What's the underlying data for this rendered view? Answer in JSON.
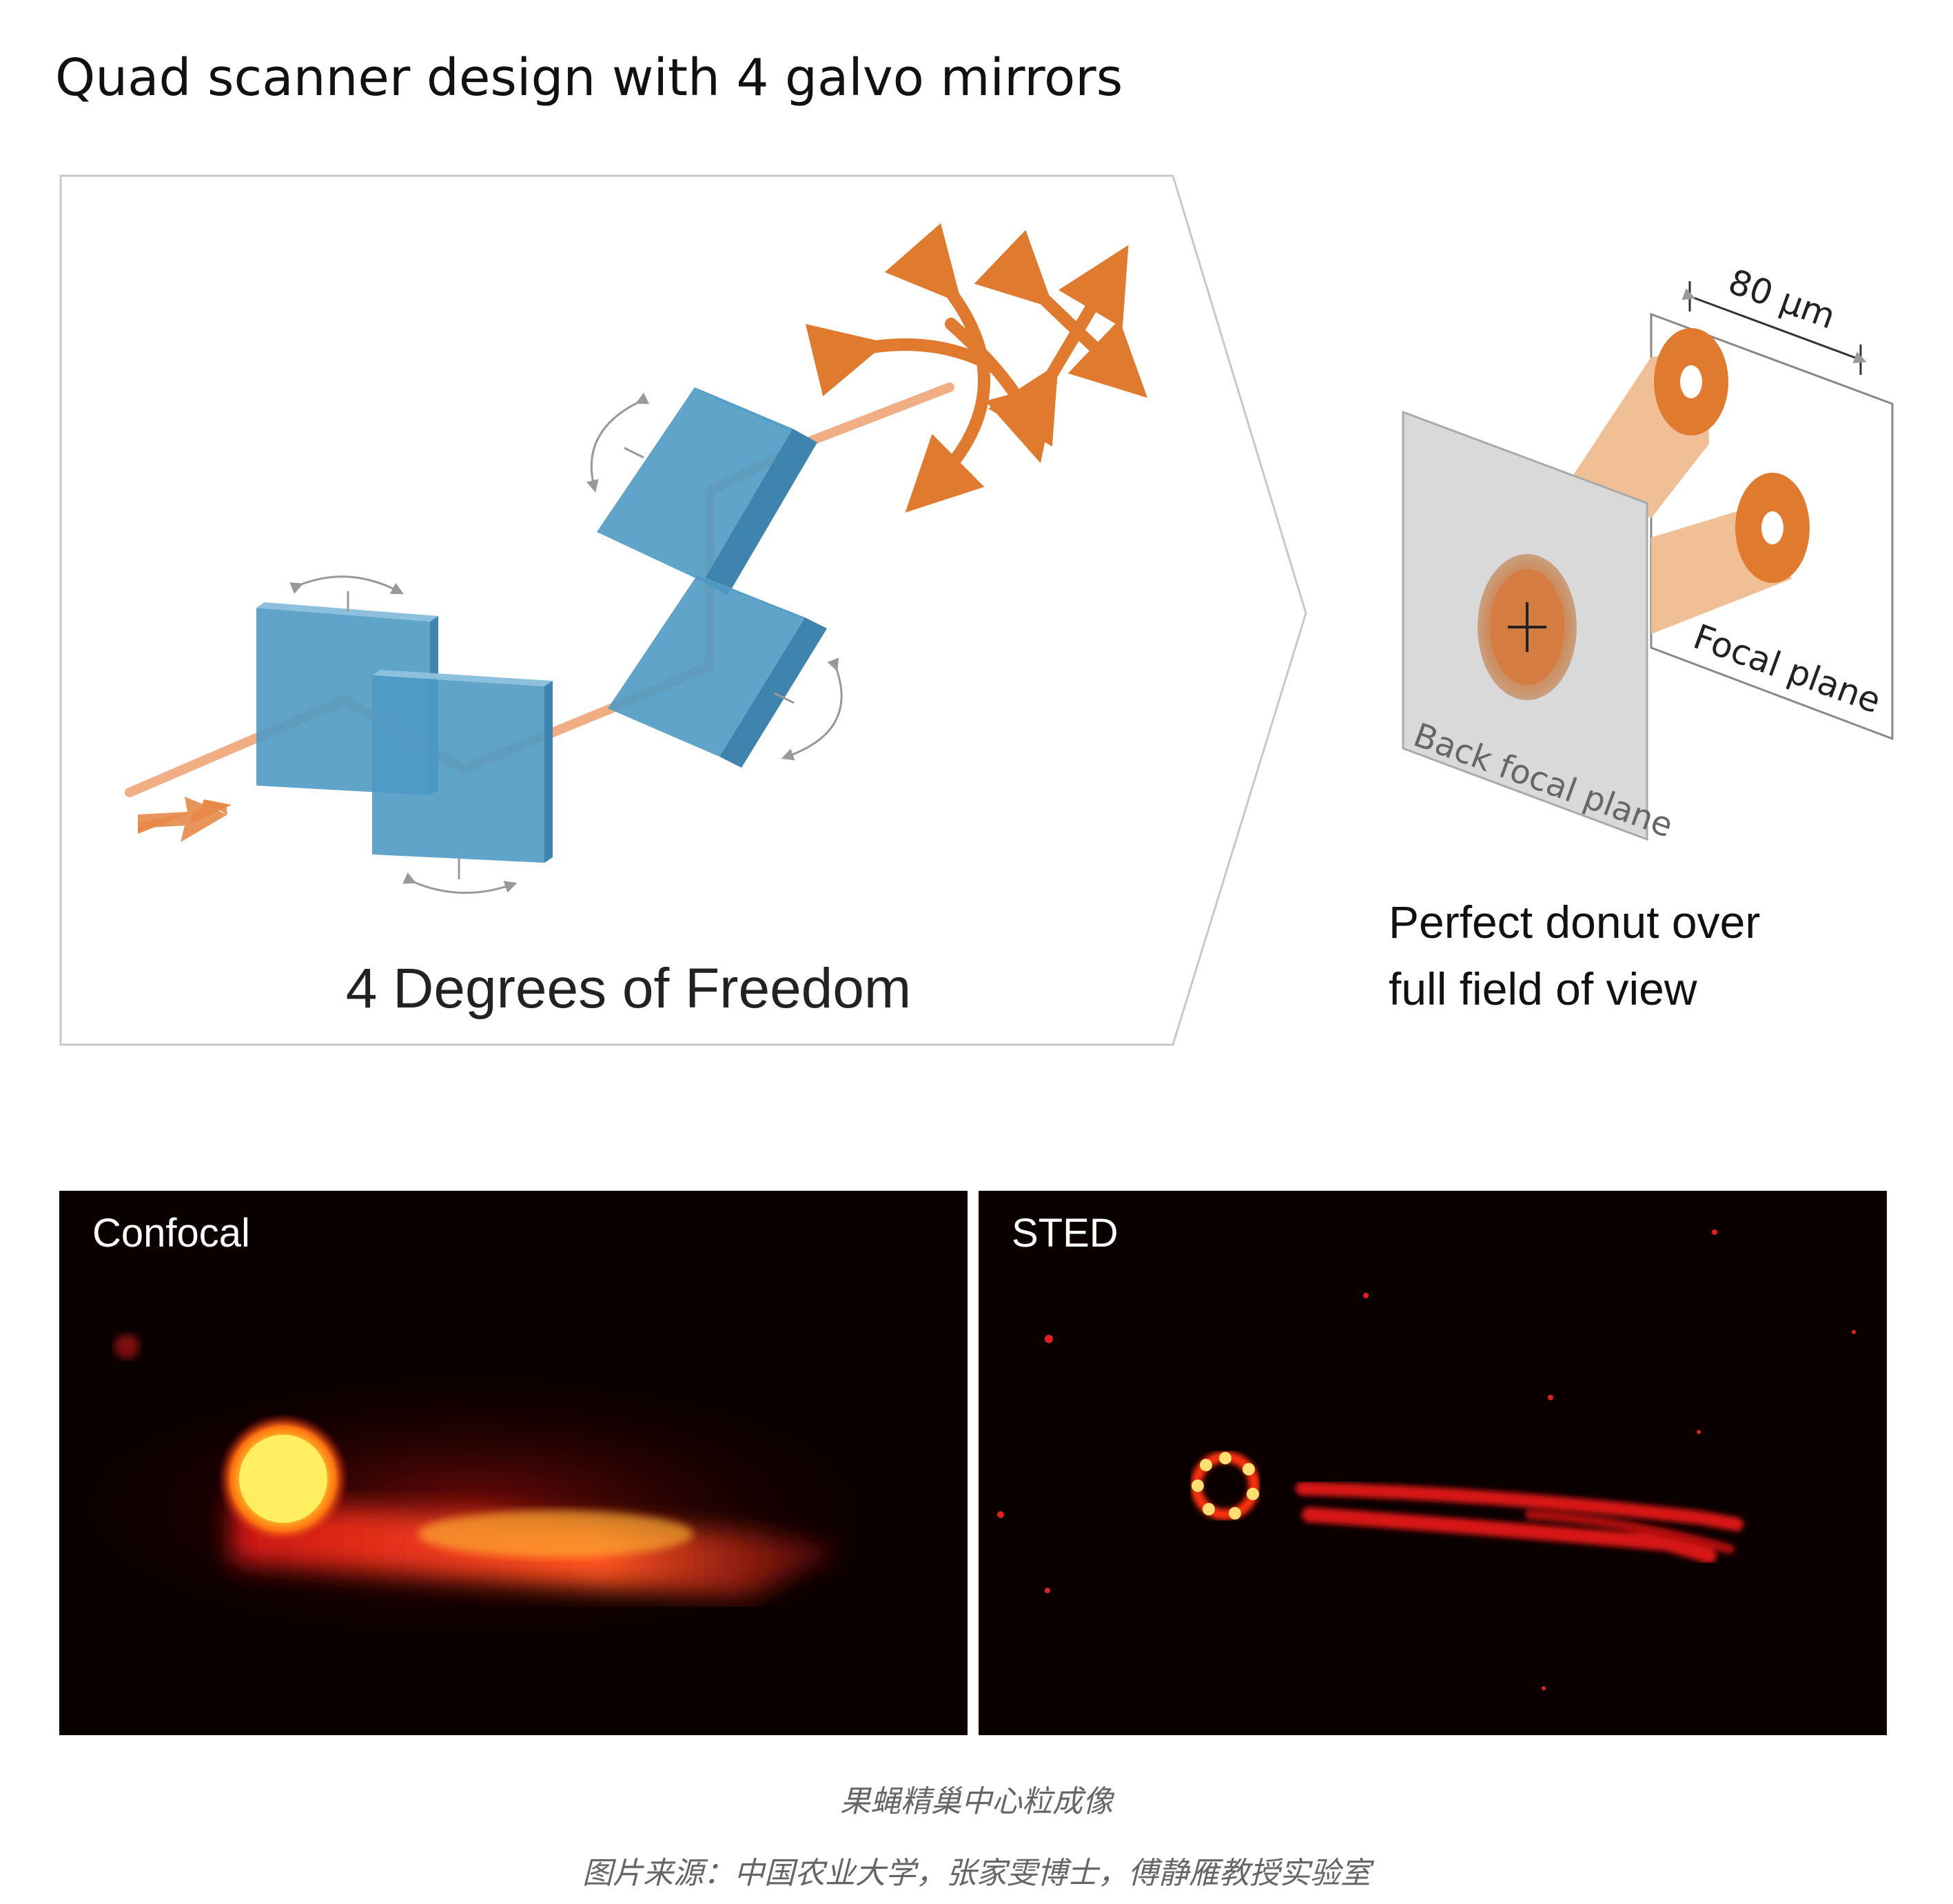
{
  "title": "Quad scanner design with 4 galvo mirrors",
  "scanner": {
    "dof_label": "4 Degrees of Freedom",
    "mirror_count": 4,
    "beam_color": "#eea070",
    "arrow_color": "#e07a2e",
    "mirror_color": "#4f9ac4"
  },
  "planes": {
    "scale_label": "80 μm",
    "back_focal_plane_label": "Back focal plane",
    "focal_plane_label": "Focal plane"
  },
  "donut_caption": {
    "line1": "Perfect donut over",
    "line2": "full field of view"
  },
  "images": {
    "confocal_label": "Confocal",
    "sted_label": "STED"
  },
  "captions": {
    "line1": "果蝇精巢中心粒成像",
    "line2": "图片来源：中国农业大学，张家雯博士，傅静雁教授实验室"
  },
  "colors": {
    "panel_background": "#0a0000",
    "frame_border": "#c8c8c8"
  }
}
